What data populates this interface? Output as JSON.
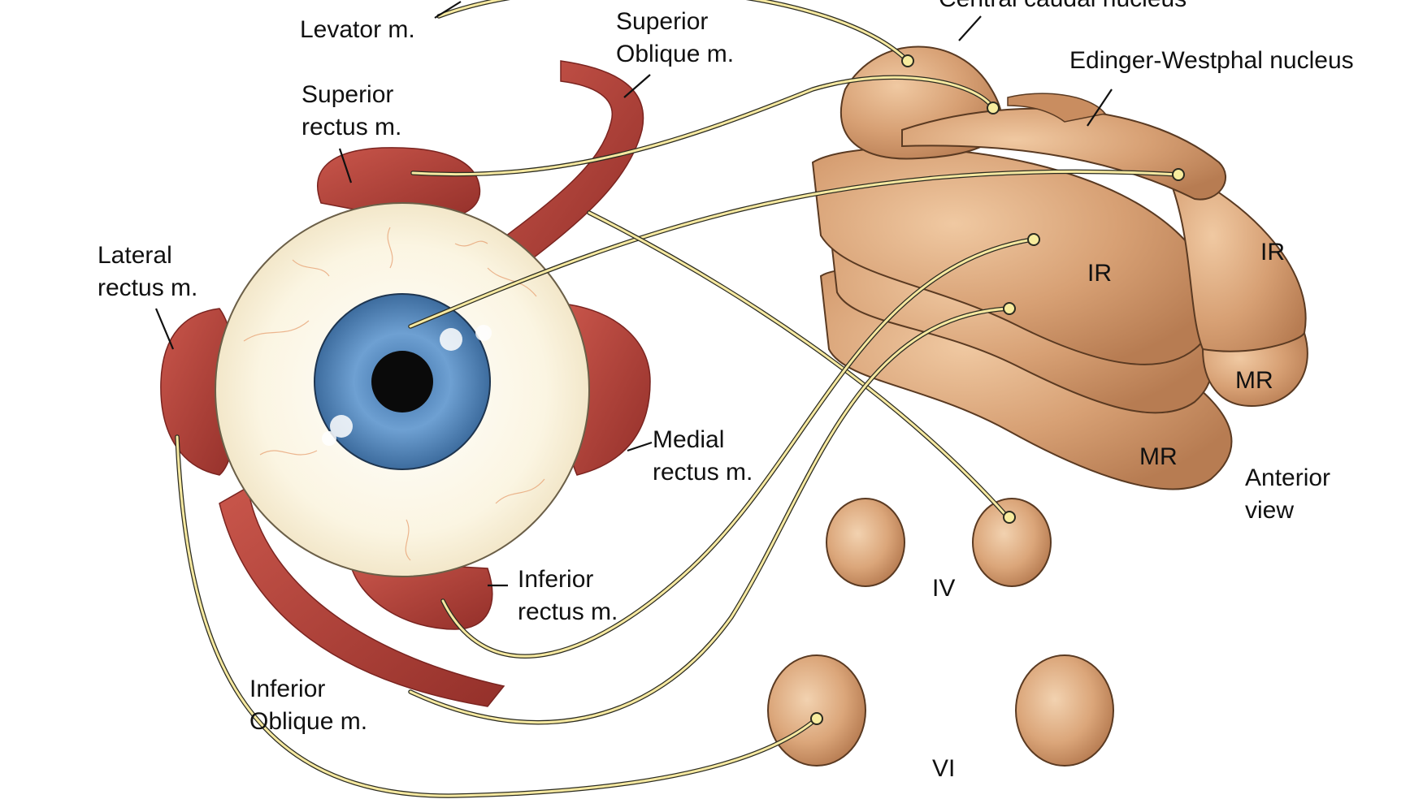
{
  "labels": {
    "levator": "Levator m.",
    "superior_oblique_1": "Superior",
    "superior_oblique_2": "Oblique m.",
    "superior_rectus_1": "Superior",
    "superior_rectus_2": "rectus m.",
    "lateral_rectus_1": "Lateral",
    "lateral_rectus_2": "rectus m.",
    "medial_rectus_1": "Medial",
    "medial_rectus_2": "rectus m.",
    "inferior_rectus_1": "Inferior",
    "inferior_rectus_2": "rectus m.",
    "inferior_oblique_1": "Inferior",
    "inferior_oblique_2": "Oblique m.",
    "central_caudal": "Central caudal nucleus",
    "edinger_westphal": "Edinger-Westphal nucleus",
    "ir_right": "IR",
    "ir_left": "IR",
    "mr_right": "MR",
    "mr_left": "MR",
    "anterior_1": "Anterior",
    "anterior_2": "view",
    "nucleus_iv": "IV",
    "nucleus_vi": "VI"
  },
  "colors": {
    "muscle": "#b5413a",
    "muscle_dark": "#8c2a26",
    "sclera": "#fbf6e6",
    "iris": "#5b8fc4",
    "pupil": "#0a0a0a",
    "nucleus": "#d9a57a",
    "nucleus_outline": "#5a3a22",
    "nerve": "#f5e8a0"
  }
}
